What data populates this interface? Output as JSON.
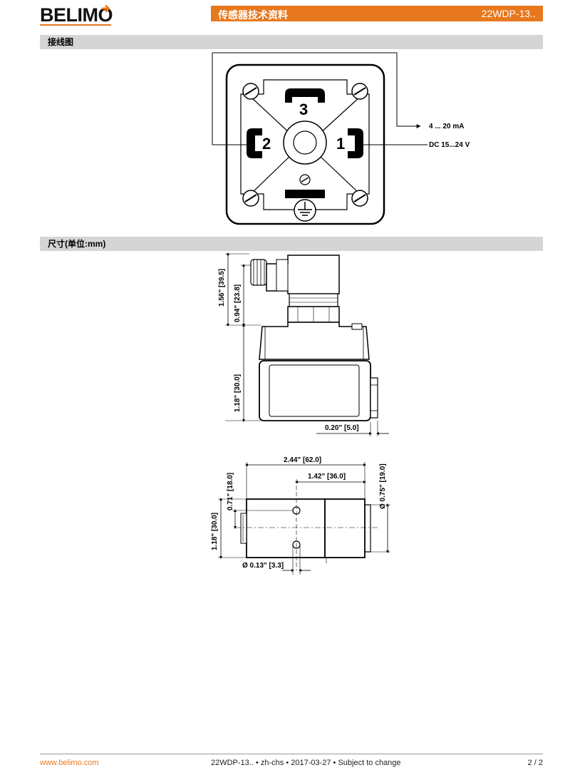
{
  "header": {
    "brand": "BELIMO",
    "doc_type": "传感器技术资料",
    "model": "22WDP-13.."
  },
  "sections": {
    "wiring": "接线图",
    "dimensions": "尺寸(单位:mm)"
  },
  "wiring": {
    "pin1": "1",
    "pin2": "2",
    "pin3": "3",
    "signal_label": "4 ... 20 mA",
    "supply_label": "DC 15...24 V"
  },
  "dimensions": {
    "total_height": "1.56\" [39.5]",
    "connector_height": "0.94\" [23.8]",
    "body_height": "1.18\" [30.0]",
    "side_offset": "0.20\" [5.0]",
    "total_length": "2.44\" [62.0]",
    "hole_spacing_len": "1.42\" [36.0]",
    "hole_offset": "0.71\" [18.0]",
    "diameter": "Ø 0.75\" [19.0]",
    "bottom_height": "1.18\" [30.0]",
    "hole_diameter": "Ø 0.13\" [3.3]"
  },
  "footer": {
    "website": "www.belimo.com",
    "info": "22WDP-13.. • zh-chs • 2017-03-27 • Subject to change",
    "page": "2 / 2"
  },
  "colors": {
    "brand_orange": "#E8781D",
    "section_gray": "#D5D5D5"
  }
}
